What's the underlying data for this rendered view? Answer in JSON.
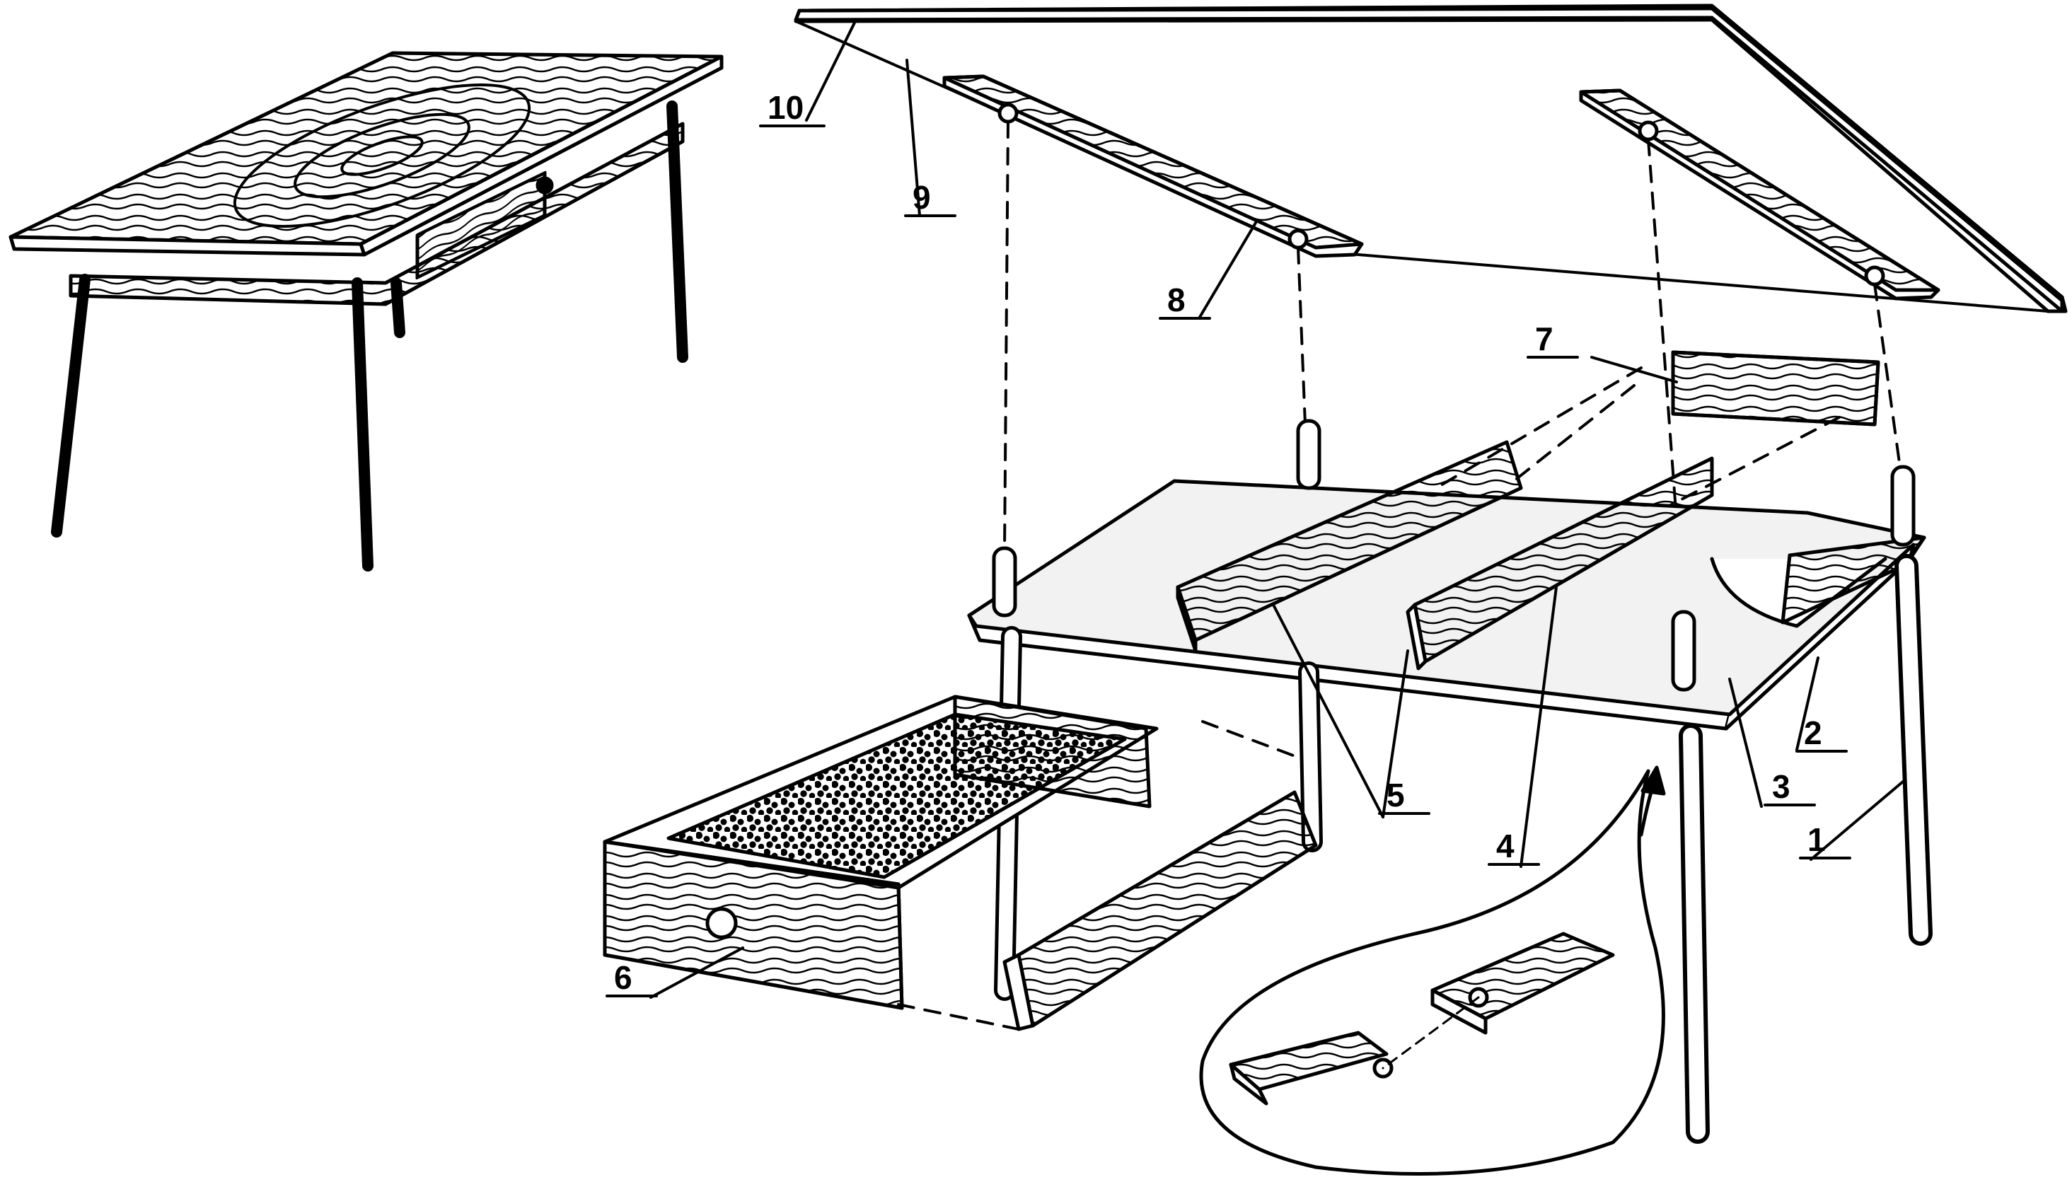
{
  "palette": {
    "ink": "#000000",
    "paper": "#ffffff",
    "wood_light": "#f2f2f2",
    "wood_shade": "#cfcfcf",
    "speckle": "#8a8a8a"
  },
  "figure": {
    "part_labels": [
      {
        "id": "leg",
        "text": "1"
      },
      {
        "id": "frame-rail",
        "text": "2"
      },
      {
        "id": "lower-shelf",
        "text": "3"
      },
      {
        "id": "drawer-runner",
        "text": "4"
      },
      {
        "id": "drawer-guides",
        "text": "5"
      },
      {
        "id": "drawer",
        "text": "6"
      },
      {
        "id": "back-panel",
        "text": "7"
      },
      {
        "id": "top-cleat",
        "text": "8"
      },
      {
        "id": "table-top-underside",
        "text": "9"
      },
      {
        "id": "table-top",
        "text": "10"
      }
    ]
  }
}
